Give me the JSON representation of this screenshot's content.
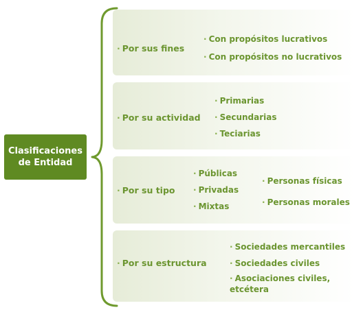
{
  "root": {
    "line1": "Clasificaciones",
    "line2": "de Entidad"
  },
  "categories": [
    {
      "label": "Por sus fines",
      "items": [
        "Con propósitos lucrativos",
        "Con propósitos no lucrativos"
      ]
    },
    {
      "label": "Por su actividad",
      "items": [
        "Primarias",
        "Secundarias",
        "Teciarias"
      ]
    },
    {
      "label": "Por su tipo",
      "items": [
        "Públicas",
        "Privadas",
        "Mixtas"
      ],
      "subitems": [
        "Personas físicas",
        "Personas morales"
      ]
    },
    {
      "label": "Por su estructura",
      "items": [
        "Sociedades mercantiles",
        "Sociedades civiles"
      ],
      "multiline_item": {
        "line1": "Asociaciones civiles,",
        "line2": "etcétera"
      }
    }
  ],
  "colors": {
    "primary_green": "#5f8a22",
    "text_green": "#6b9530",
    "panel_tint": "#e6ecd8"
  }
}
